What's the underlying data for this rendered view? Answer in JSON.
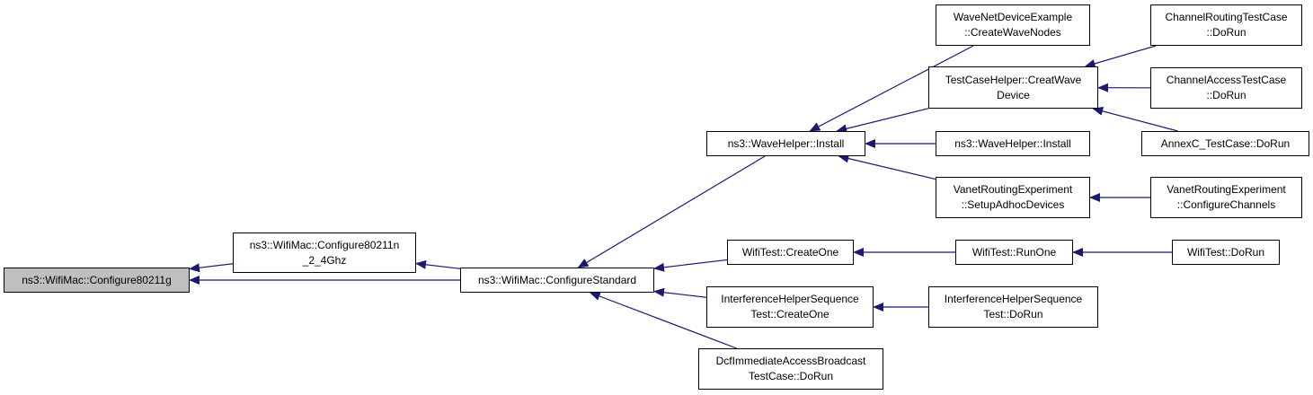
{
  "colors": {
    "edge": "#191970",
    "root_fill": "#bfbfbf",
    "node_fill": "#ffffff",
    "border": "#000000"
  },
  "nodes": {
    "configure80211g": {
      "lines": [
        "ns3::WifiMac::Configure80211g"
      ]
    },
    "configure80211n": {
      "lines": [
        "ns3::WifiMac::Configure80211n",
        "_2_4Ghz"
      ]
    },
    "configureStandard": {
      "lines": [
        "ns3::WifiMac::ConfigureStandard"
      ]
    },
    "waveHelperInstall": {
      "lines": [
        "ns3::WaveHelper::Install"
      ]
    },
    "wifiTestCreateOne": {
      "lines": [
        "WifiTest::CreateOne"
      ]
    },
    "interferenceCreateOne": {
      "lines": [
        "InterferenceHelperSequence",
        "Test::CreateOne"
      ]
    },
    "dcfImmediate": {
      "lines": [
        "DcfImmediateAccessBroadcast",
        "TestCase::DoRun"
      ]
    },
    "waveNetDevice": {
      "lines": [
        "WaveNetDeviceExample",
        "::CreateWaveNodes"
      ]
    },
    "testCaseHelper": {
      "lines": [
        "TestCaseHelper::CreatWave",
        "Device"
      ]
    },
    "waveHelperInstall2": {
      "lines": [
        "ns3::WaveHelper::Install"
      ]
    },
    "vanetSetup": {
      "lines": [
        "VanetRoutingExperiment",
        "::SetupAdhocDevices"
      ]
    },
    "wifiTestRunOne": {
      "lines": [
        "WifiTest::RunOne"
      ]
    },
    "interferenceDoRun": {
      "lines": [
        "InterferenceHelperSequence",
        "Test::DoRun"
      ]
    },
    "channelRouting": {
      "lines": [
        "ChannelRoutingTestCase",
        "::DoRun"
      ]
    },
    "channelAccess": {
      "lines": [
        "ChannelAccessTestCase",
        "::DoRun"
      ]
    },
    "annexC": {
      "lines": [
        "AnnexC_TestCase::DoRun"
      ]
    },
    "vanetConfigure": {
      "lines": [
        "VanetRoutingExperiment",
        "::ConfigureChannels"
      ]
    },
    "wifiTestDoRun": {
      "lines": [
        "WifiTest::DoRun"
      ]
    }
  },
  "edges": [
    [
      "configure80211n",
      "configure80211g"
    ],
    [
      "configureStandard",
      "configure80211g"
    ],
    [
      "configureStandard",
      "configure80211n"
    ],
    [
      "waveHelperInstall",
      "configureStandard"
    ],
    [
      "wifiTestCreateOne",
      "configureStandard"
    ],
    [
      "interferenceCreateOne",
      "configureStandard"
    ],
    [
      "dcfImmediate",
      "configureStandard"
    ],
    [
      "waveNetDevice",
      "waveHelperInstall"
    ],
    [
      "testCaseHelper",
      "waveHelperInstall"
    ],
    [
      "waveHelperInstall2",
      "waveHelperInstall"
    ],
    [
      "vanetSetup",
      "waveHelperInstall"
    ],
    [
      "channelRouting",
      "testCaseHelper"
    ],
    [
      "channelAccess",
      "testCaseHelper"
    ],
    [
      "annexC",
      "testCaseHelper"
    ],
    [
      "vanetConfigure",
      "vanetSetup"
    ],
    [
      "wifiTestRunOne",
      "wifiTestCreateOne"
    ],
    [
      "wifiTestDoRun",
      "wifiTestRunOne"
    ],
    [
      "interferenceDoRun",
      "interferenceCreateOne"
    ]
  ]
}
